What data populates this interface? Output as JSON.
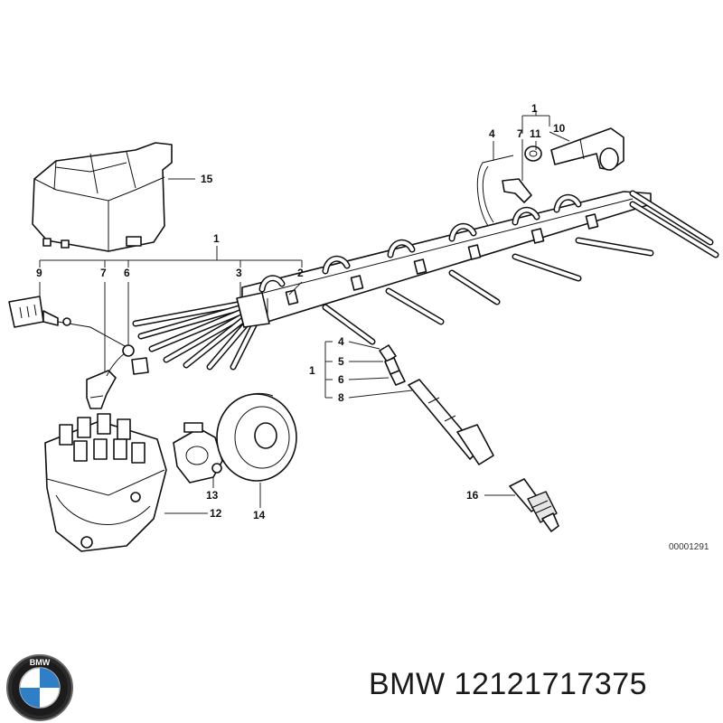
{
  "diagram": {
    "reference_code": "00001291",
    "callouts": [
      {
        "id": "c1a",
        "text": "1"
      },
      {
        "id": "c4a",
        "text": "4"
      },
      {
        "id": "c7a",
        "text": "7"
      },
      {
        "id": "c11",
        "text": "11"
      },
      {
        "id": "c10",
        "text": "10"
      },
      {
        "id": "c15",
        "text": "15"
      },
      {
        "id": "c1b",
        "text": "1"
      },
      {
        "id": "c9",
        "text": "9"
      },
      {
        "id": "c7b",
        "text": "7"
      },
      {
        "id": "c6a",
        "text": "6"
      },
      {
        "id": "c3",
        "text": "3"
      },
      {
        "id": "c2",
        "text": "2"
      },
      {
        "id": "c4b",
        "text": "4"
      },
      {
        "id": "c1c",
        "text": "1"
      },
      {
        "id": "c5",
        "text": "5"
      },
      {
        "id": "c6b",
        "text": "6"
      },
      {
        "id": "c8",
        "text": "8"
      },
      {
        "id": "c13",
        "text": "13"
      },
      {
        "id": "c14",
        "text": "14"
      },
      {
        "id": "c12",
        "text": "12"
      },
      {
        "id": "c16",
        "text": "16"
      }
    ]
  },
  "footer": {
    "brand": "BMW",
    "part_number": "12121717375",
    "logo_text": "BMW",
    "logo_icon": "bmw-roundel-icon"
  }
}
